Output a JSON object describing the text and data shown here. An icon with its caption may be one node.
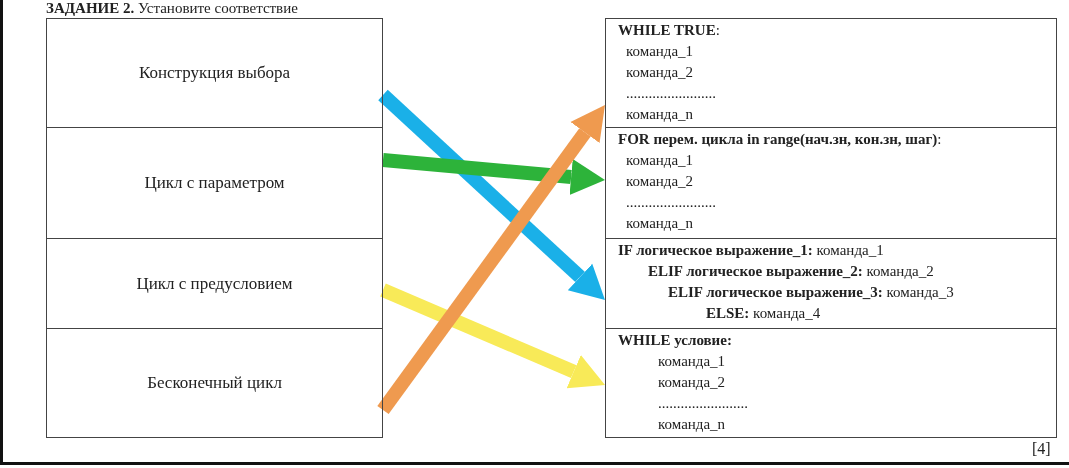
{
  "diagram": {
    "title": "**ЗАДАНИЕ 2.** Установите соответствие",
    "nodes": [
      {
        "text": [
          "Конструкция выбора"
        ]
      },
      {
        "text": [
          "Цикл с параметром"
        ]
      },
      {
        "text": [
          "Цикл с предусловием"
        ]
      },
      {
        "text": [
          "Бесконечный цикл"
        ]
      },
      {
        "text": [
          "**WHILE TRUE**:",
          "команда_1",
          "команда_2",
          "........................",
          "команда_n"
        ]
      },
      {
        "text": [
          "**FOR перем. цикла in range(нач.зн, кон.зн, шаг)**:",
          "команда_1",
          "команда_2",
          "........................",
          "команда_n"
        ]
      },
      {
        "text": [
          "**IF логическое выражение_1:** команда_1",
          "**ELIF логическое выражение_2:** команда_2",
          "**ELIF логическое выражение_3:** команда_3",
          "**ELSE:** команда_4"
        ]
      },
      {
        "text": [
          "WHILE условие:",
          "команда_1",
          "команда_2",
          "........................",
          "команда_n"
        ]
      }
    ],
    "edges": [
      {
        "from": 0,
        "to": 6,
        "arrow": "to",
        "color": "#1ab0e8"
      },
      {
        "from": 1,
        "to": 5,
        "arrow": "to",
        "color": "#2db33a"
      },
      {
        "from": 2,
        "to": 7,
        "arrow": "to",
        "color": "#f8ea58"
      },
      {
        "from": 3,
        "to": 4,
        "arrow": "to",
        "color": "#ef9a4f"
      }
    ],
    "labels": [
      "[4]"
    ]
  }
}
